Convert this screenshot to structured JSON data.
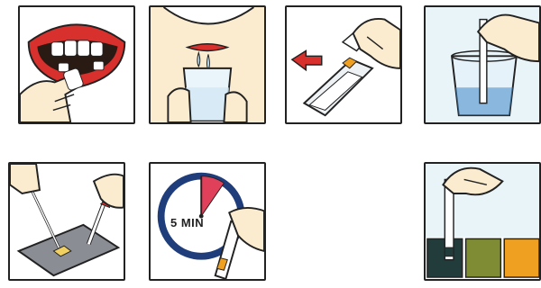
{
  "panels": [
    {
      "id": 1,
      "step": "mouth-swab",
      "icon": "mouth-swab-icon"
    },
    {
      "id": 2,
      "step": "spit-into-cup",
      "icon": "spit-cup-icon"
    },
    {
      "id": 3,
      "step": "peel-test-strip",
      "icon": "peel-strip-icon"
    },
    {
      "id": 4,
      "step": "dip-strip-in-cup",
      "icon": "dip-strip-icon"
    },
    {
      "id": 5,
      "step": "apply-sample-to-pad",
      "icon": "apply-sample-icon"
    },
    {
      "id": 6,
      "step": "wait-timer",
      "icon": "timer-icon"
    },
    {
      "id": 7,
      "step": "compare-color-chart",
      "icon": "color-chart-icon"
    }
  ],
  "timer": {
    "label": "5 MIN"
  },
  "colors": {
    "outline": "#222222",
    "lips": "#d8302c",
    "skin": "#fbecd0",
    "sky": "#cfe6f2",
    "water": "#3d86c6",
    "timer_ring": "#1f3d7a",
    "timer_wedge": "#e0405a",
    "swatch_dark": "#223c3c",
    "swatch_olive": "#7f8c33",
    "swatch_orange": "#f0a020",
    "pad_gray": "#8a8d93"
  }
}
